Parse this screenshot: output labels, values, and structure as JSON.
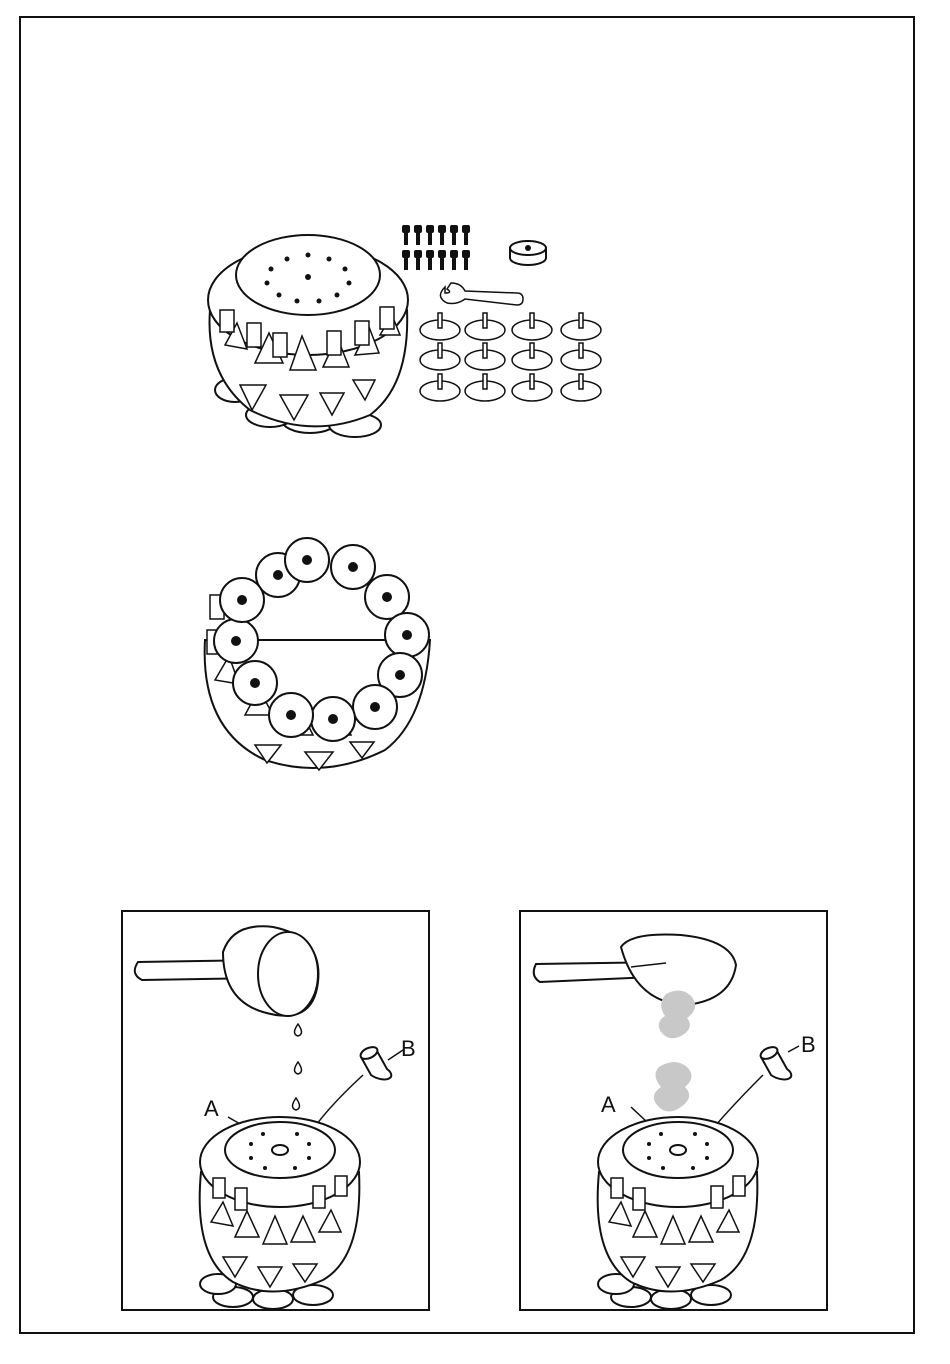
{
  "figures": {
    "parts_kit": {
      "icon": "feeder-parts-kit-icon"
    },
    "underside_view": {
      "icon": "feeder-underside-icon"
    },
    "fill_liquid": {
      "icon": "pour-water-into-feeder-icon",
      "label_a": "A",
      "label_b": "B"
    },
    "fill_solid": {
      "icon": "scoop-feed-into-feeder-icon",
      "label_a": "A",
      "label_b": "B"
    }
  },
  "colors": {
    "line": "#111111",
    "powder": "#c8c8c8",
    "background": "#ffffff"
  }
}
